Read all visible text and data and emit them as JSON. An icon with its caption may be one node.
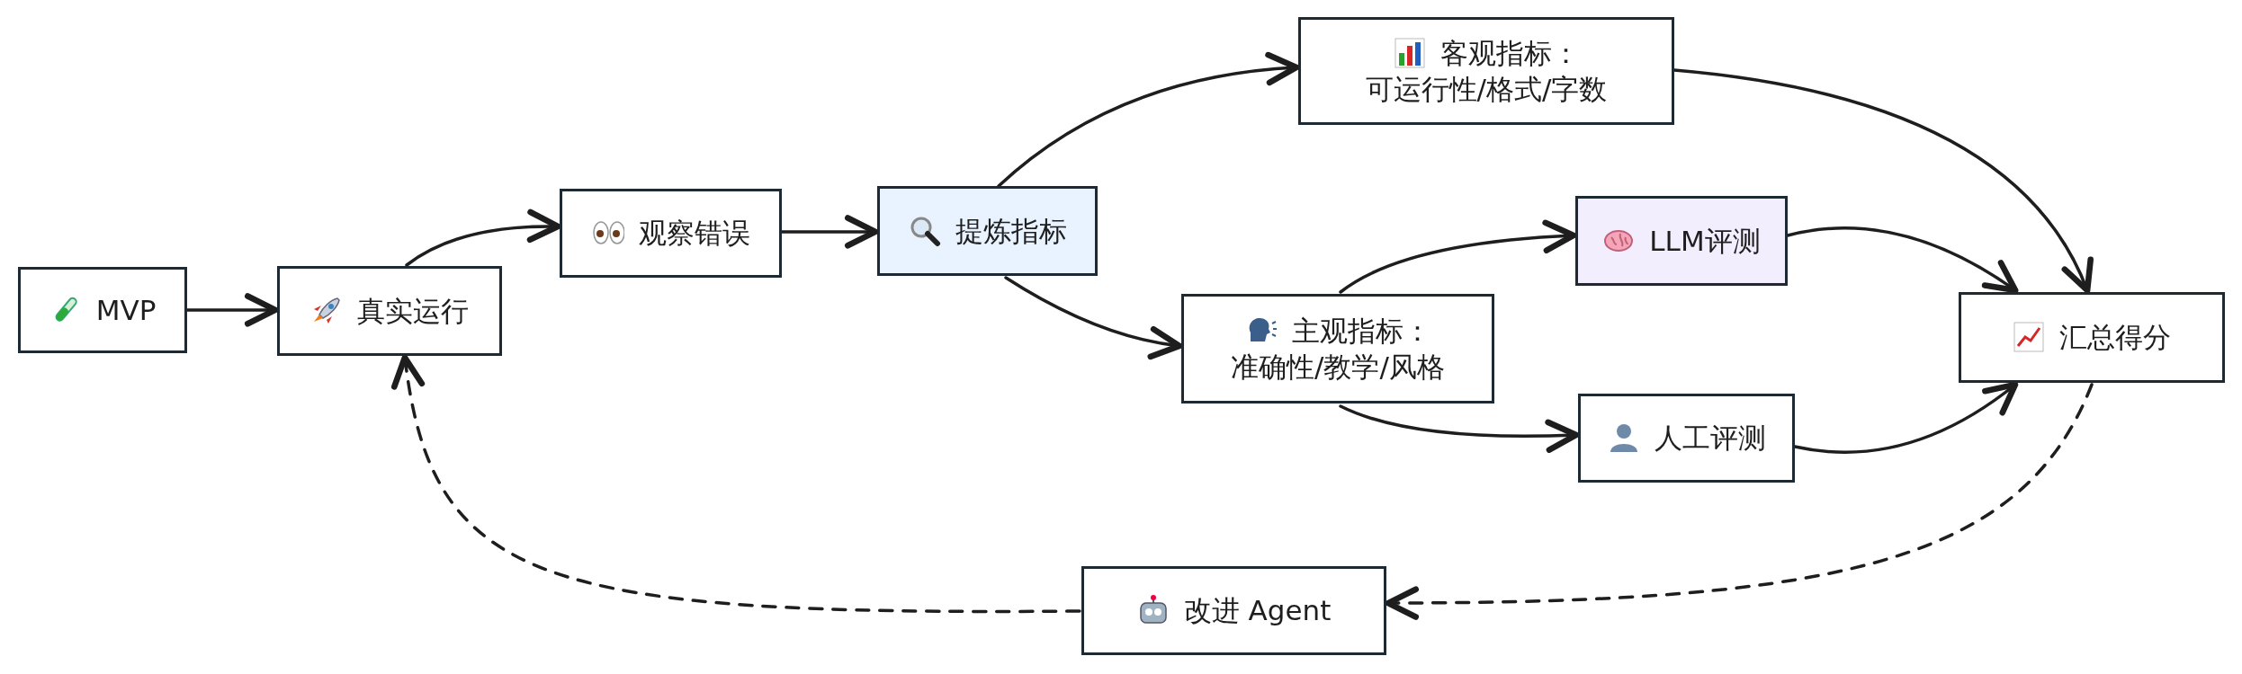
{
  "diagram": {
    "nodes": [
      {
        "text": [
          "MVP"
        ]
      },
      {
        "text": [
          "真实运行"
        ]
      },
      {
        "text": [
          "观察错误"
        ]
      },
      {
        "text": [
          "提炼指标"
        ]
      },
      {
        "text": [
          "客观指标：",
          "可运行性/格式/字数"
        ]
      },
      {
        "text": [
          "主观指标：",
          "准确性/教学/风格"
        ]
      },
      {
        "text": [
          "LLM评测"
        ]
      },
      {
        "text": [
          "人工评测"
        ]
      },
      {
        "text": [
          "汇总得分"
        ]
      },
      {
        "text": [
          "改进 Agent"
        ]
      }
    ],
    "edges": [
      {
        "from": 0,
        "to": 1,
        "arrow": "to"
      },
      {
        "from": 1,
        "to": 2,
        "arrow": "to"
      },
      {
        "from": 2,
        "to": 3,
        "arrow": "to"
      },
      {
        "from": 3,
        "to": 4,
        "arrow": "to"
      },
      {
        "from": 3,
        "to": 5,
        "arrow": "to"
      },
      {
        "from": 5,
        "to": 6,
        "arrow": "to"
      },
      {
        "from": 5,
        "to": 7,
        "arrow": "to"
      },
      {
        "from": 4,
        "to": 8,
        "arrow": "to"
      },
      {
        "from": 6,
        "to": 8,
        "arrow": "to"
      },
      {
        "from": 7,
        "to": 8,
        "arrow": "to"
      },
      {
        "from": 8,
        "to": 9,
        "arrow": "to",
        "style": "dashed"
      },
      {
        "from": 9,
        "to": 1,
        "arrow": "to",
        "style": "dashed"
      }
    ]
  }
}
